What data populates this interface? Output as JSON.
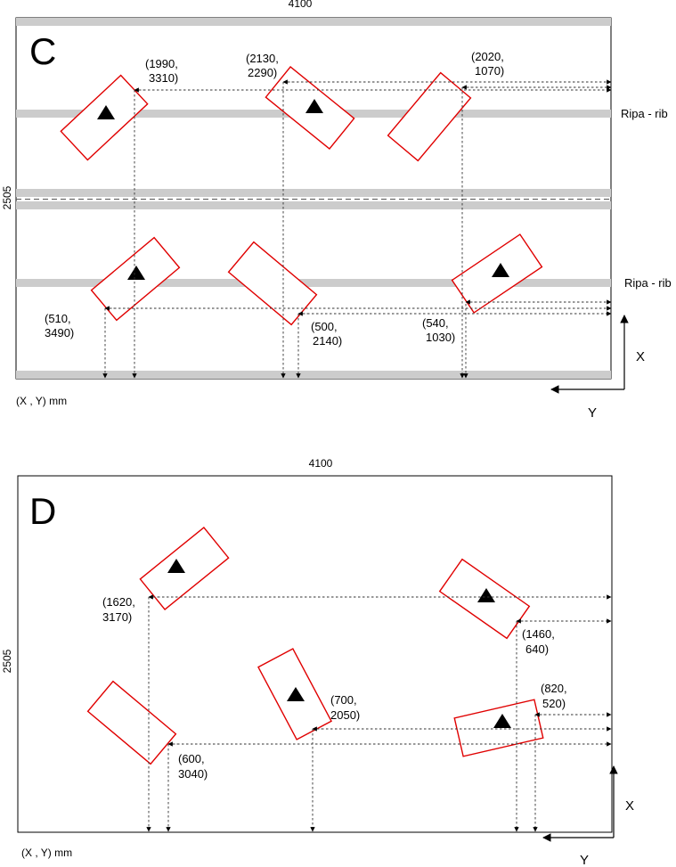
{
  "panel_c": {
    "letter": "C",
    "width_label": "4100",
    "height_label": "2505",
    "rib_label_top": "Ripa - rib",
    "rib_label_bottom": "Ripa - rib",
    "units": "(X , Y) mm",
    "axis_x": "X",
    "axis_y": "Y",
    "coords": [
      {
        "line1": "(1990,",
        "line2": "3310)"
      },
      {
        "line1": "(2130,",
        "line2": "2290)"
      },
      {
        "line1": "(2020,",
        "line2": "1070)"
      },
      {
        "line1": "(510,",
        "line2": "3490)"
      },
      {
        "line1": "(500,",
        "line2": "2140)"
      },
      {
        "line1": "(540,",
        "line2": "1030)"
      }
    ]
  },
  "panel_d": {
    "letter": "D",
    "width_label": "4100",
    "height_label": "2505",
    "units": "(X , Y) mm",
    "axis_x": "X",
    "axis_y": "Y",
    "coords": [
      {
        "line1": "(1620,",
        "line2": "3170)"
      },
      {
        "line1": "(1460,",
        "line2": "640)"
      },
      {
        "line1": "(700,",
        "line2": "2050)"
      },
      {
        "line1": "(820,",
        "line2": "520)"
      },
      {
        "line1": "(600,",
        "line2": "3040)"
      }
    ]
  },
  "colors": {
    "piece_outline": "#e00000",
    "rib_bar": "#cccccc",
    "marker": "#000000"
  }
}
